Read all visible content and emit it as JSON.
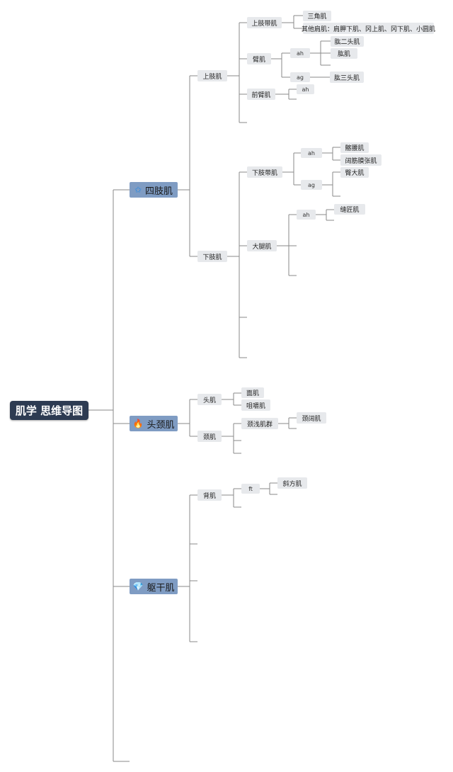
{
  "root": {
    "label": "肌学 思维导图"
  },
  "branches": {
    "limbs": {
      "label": "四肢肌",
      "icon": "star-icon",
      "icon_glyph": "✩",
      "icon_color": "#1e88e5"
    },
    "head_neck": {
      "label": "头颈肌",
      "icon": "fire-icon",
      "icon_glyph": "🔥",
      "icon_color": "#e53935"
    },
    "trunk": {
      "label": "躯干肌",
      "icon": "gem-icon",
      "icon_glyph": "💎",
      "icon_color": "#d4c000"
    }
  },
  "nodes": {
    "upper_limb": "上肢肌",
    "shoulder_girdle": "上肢带肌",
    "deltoid": "三角肌",
    "other_shoulder": "其他肩肌：肩胛下肌、冈上肌、冈下肌、小圆肌",
    "arm": "臂肌",
    "arm_ah": "ah",
    "biceps": "肱二头肌",
    "brachialis": "肱肌",
    "arm_ag": "ag",
    "triceps": "肱三头肌",
    "forearm": "前臂肌",
    "forearm_ah": "ah",
    "lower_limb": "下肢肌",
    "pelvic_girdle": "下肢带肌",
    "pelvic_ah": "ah",
    "iliopsoas": "髂腰肌",
    "tfl": "阔筋膜张肌",
    "pelvic_ag": "ag",
    "gluteus_max": "臀大肌",
    "thigh": "大腿肌",
    "thigh_ah": "ah",
    "sartorius": "缝匠肌",
    "head": "头肌",
    "facial": "面肌",
    "masticatory": "咀嚼肌",
    "neck": "颈肌",
    "superficial_neck": "颈浅肌群",
    "platysma": "颈阔肌",
    "back": "背肌",
    "back_ft": "ft",
    "trapezius": "斜方肌"
  },
  "colors": {
    "root_bg": "#2d3b52",
    "branch_bg": "#7f9cc3",
    "node_bg": "#e7e9ec",
    "connector": "#8a8a8a"
  }
}
